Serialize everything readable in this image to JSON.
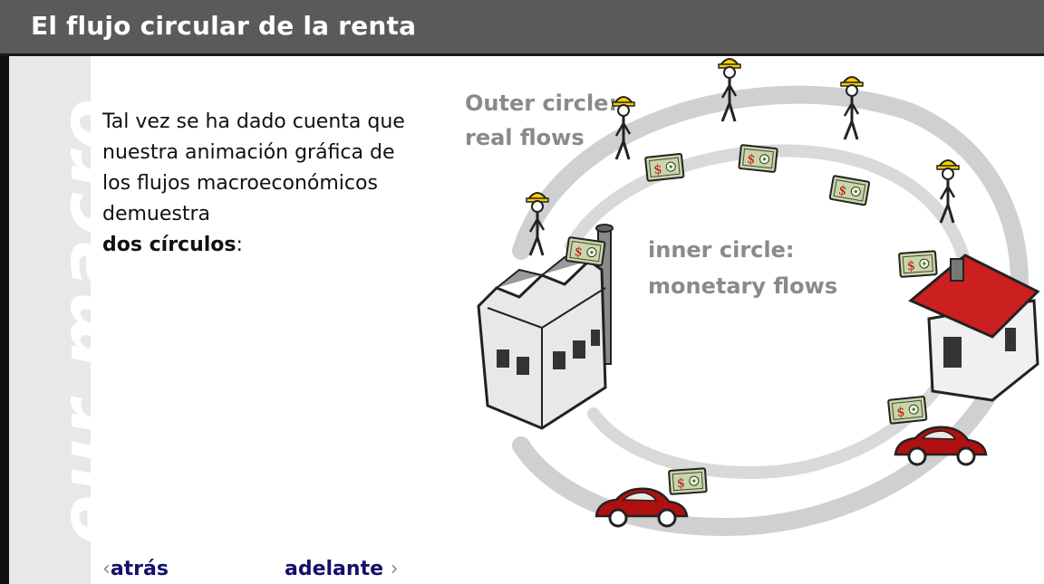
{
  "header": {
    "title": "El flujo circular de la renta"
  },
  "sidebar": {
    "brand": "eur macro"
  },
  "content": {
    "paragraph": "Tal vez se ha dado cuenta que nuestra animación gráfica de los flujos macroeconómicos demuestra",
    "emphasis": "dos círculos",
    "suffix": ":"
  },
  "diagram": {
    "outer_label_line1": "Outer circle:",
    "outer_label_line2": "real flows",
    "inner_label_line1": "inner circle:",
    "inner_label_line2": "monetary flows",
    "bill_symbol": "$",
    "colors": {
      "ring": "#d0d0d0",
      "roof": "#cc1f1f",
      "car": "#b01010",
      "helmet": "#f5d000",
      "money": "#c9d7a8"
    },
    "icons": [
      "factory-icon",
      "house-icon",
      "car-icon",
      "worker-icon",
      "money-bill-icon"
    ]
  },
  "navigation": {
    "back_label": "atrás",
    "back_chevron": "‹",
    "next_label": "adelante",
    "next_chevron": "›"
  }
}
